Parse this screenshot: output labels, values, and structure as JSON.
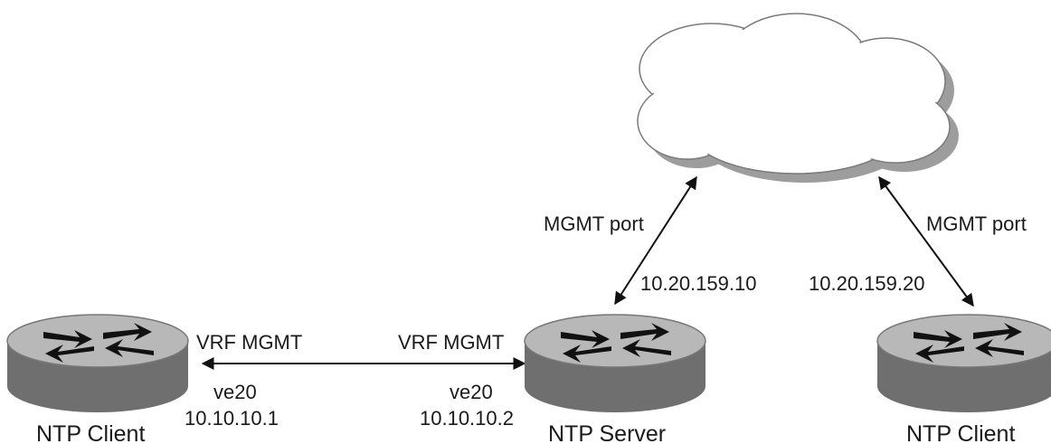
{
  "nodes": {
    "client_left": {
      "name": "NTP Client",
      "vrf": "VRF MGMT",
      "interface": "ve20",
      "ip": "10.10.10.1"
    },
    "server": {
      "name": "NTP Server",
      "vrf": "VRF MGMT",
      "interface": "ve20",
      "ip": "10.10.10.2",
      "mgmt_port_label": "MGMT port",
      "mgmt_ip": "10.20.159.10"
    },
    "client_right": {
      "name": "NTP Client",
      "mgmt_port_label": "MGMT port",
      "mgmt_ip": "10.20.159.20"
    }
  },
  "colors": {
    "router_top": "#b8b8b8",
    "router_side": "#6f6f6f",
    "cloud_shadow": "#9d9d9d",
    "line": "#111111"
  },
  "icons": [
    "router-icon",
    "cloud-icon"
  ]
}
